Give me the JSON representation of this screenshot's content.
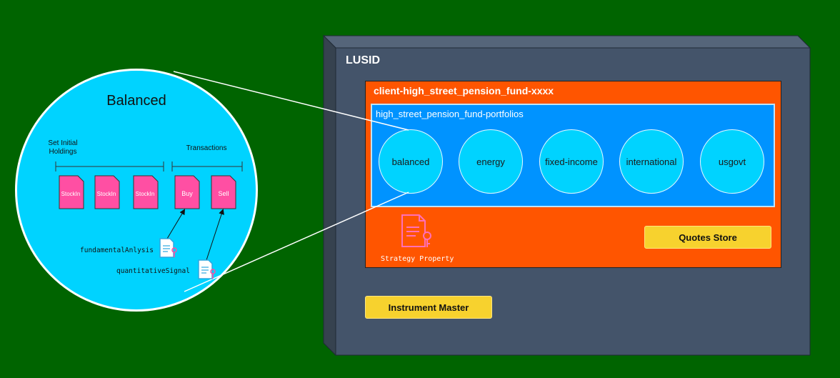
{
  "lusid": {
    "title": "LUSID"
  },
  "client": {
    "title": "client-high_street_pension_fund-xxxx"
  },
  "portfolios": {
    "title": "high_street_pension_fund-portfolios",
    "items": [
      "balanced",
      "energy",
      "fixed-income",
      "international",
      "usgovt"
    ]
  },
  "strategy_property": {
    "label": "Strategy Property",
    "icon": "property-document-icon"
  },
  "quotes_store": {
    "label": "Quotes Store"
  },
  "instrument_master": {
    "label": "Instrument Master"
  },
  "zoom": {
    "title": "Balanced",
    "holdings_label": "Set Initial\nHoldings",
    "transactions_label": "Transactions",
    "stock_in_docs": [
      "StockIn",
      "StockIn",
      "StockIn"
    ],
    "buy_label": "Buy",
    "sell_label": "Sell",
    "fundamental_label": "fundamentalAnlysis",
    "quant_label": "quantitativeSignal"
  },
  "colors": {
    "background": "#006400",
    "lusid_box": "#44546a",
    "client_box": "#ff5500",
    "portfolios_box": "#0093ff",
    "portfolio_circle": "#00d3ff",
    "yellow_box": "#f7d22e",
    "doc_pink": "#ff4fa3"
  }
}
